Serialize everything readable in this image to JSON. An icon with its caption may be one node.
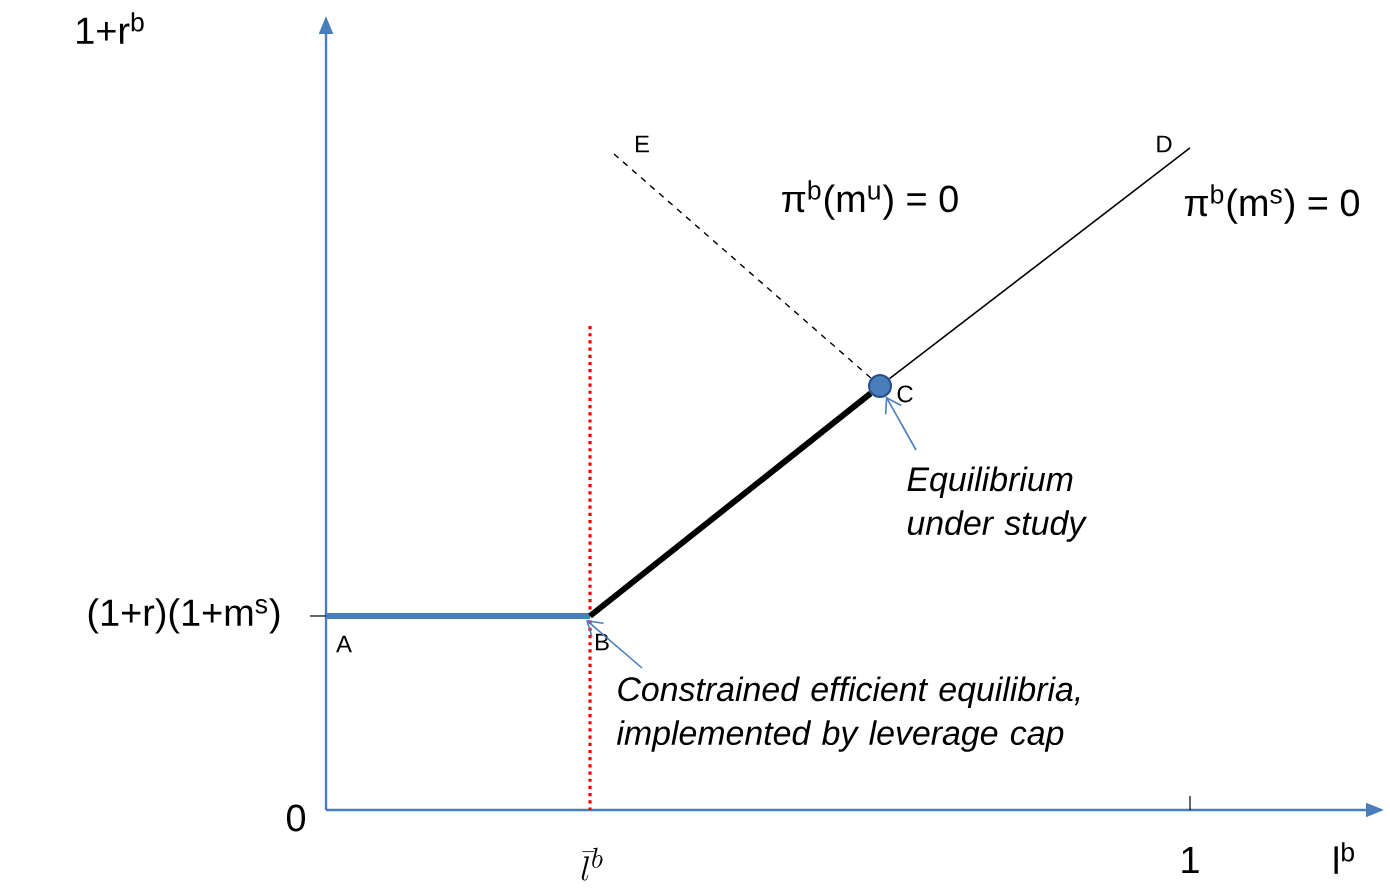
{
  "diagram": {
    "nodes": [
      {
        "text": [
          "A"
        ]
      },
      {
        "text": [
          "B"
        ]
      },
      {
        "text": [],
        "shape": "circle",
        "beside": [
          "C"
        ]
      },
      {
        "text": [
          "D"
        ]
      },
      {
        "text": [
          "E"
        ]
      },
      {
        "text": [
          "Equilibrium under study"
        ]
      },
      {
        "text": [
          "Constrained efficient equilibria, implemented by leverage cap"
        ]
      }
    ],
    "edges": [
      {
        "from": 0,
        "to": 1,
        "arrow": "none",
        "style": "thick",
        "color": "#4a7ebb"
      },
      {
        "from": 1,
        "to": 2,
        "arrow": "none",
        "style": "thick",
        "color": "#000000"
      },
      {
        "from": 2,
        "to": 3,
        "arrow": "none",
        "color": "#000000"
      },
      {
        "from": 4,
        "to": 2,
        "arrow": "none",
        "style": "dashed",
        "color": "#000000"
      },
      {
        "from": 5,
        "to": 2,
        "arrow": "to",
        "color": "#4a7ebb"
      },
      {
        "from": 6,
        "to": 1,
        "arrow": "to",
        "color": "#4a7ebb"
      }
    ],
    "labels": [
      "1+r$^{b}$",
      "(1+r)(1+m$^{s}$)",
      "0",
      "\\bar{l}^{b}",
      "1",
      "l$^{b}$",
      "π$^{b}$(m$^{u}$) = 0",
      "π$^{b}$(m$^{s}$) = 0"
    ]
  }
}
